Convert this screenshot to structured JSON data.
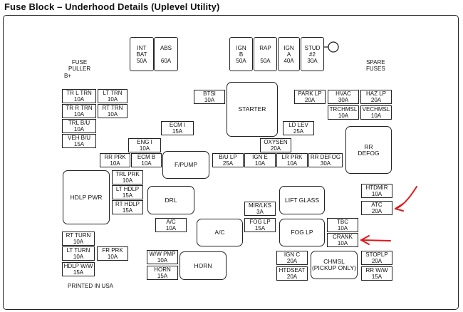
{
  "title": "Fuse Block – Underhood Details (Uplevel Utility)",
  "labels": {
    "fuse_puller": "FUSE\nPULLER",
    "b_plus": "B+",
    "spare_fuses": "SPARE\nFUSES",
    "printed_in_usa": "PRINTED IN USA"
  },
  "fuses": {
    "int_bat": "INT\nBAT\n50A",
    "abs": "ABS\n\n60A",
    "ign_b": "IGN\nB\n50A",
    "rap": "RAP\n\n50A",
    "ign_a": "IGN\nA\n40A",
    "stud2": "STUD\n#2\n30A",
    "tr_l_trn": "TR L TRN\n10A",
    "lt_trn": "LT TRN\n10A",
    "tr_r_trn": "TR R TRN\n10A",
    "rt_trn": "RT TRN\n10A",
    "trl_bu": "TRL B/U\n10A",
    "veh_bu": "VEH B/U\n15A",
    "btsi": "BTSI\n10A",
    "starter": "STARTER",
    "park_lp": "PARK LP\n20A",
    "hvac": "HVAC\n30A",
    "haz_lp": "HAZ LP\n20A",
    "trchmsl": "TRCHMSL\n10A",
    "vechmsl": "VECHMSL\n10A",
    "ecm1": "ECM I\n15A",
    "ld_lev": "LD LEV\n25A",
    "rr_defog_relay": "RR\nDEFOG",
    "eng1": "ENG I\n10A",
    "oxysen": "OXYSEN\n20A",
    "rr_prk": "RR PRK\n10A",
    "ecm_b": "ECM B\n10A",
    "f_pump": "F/PUMP",
    "bu_lp": "B/U LP\n25A",
    "ign_e": "IGN E\n10A",
    "lr_prk": "LR PRK\n10A",
    "rr_defog": "RR DEFOG\n30A",
    "hdlp_pwr": "HDLP PWR",
    "trl_prk": "TRL PRK\n10A",
    "lt_hdlp": "LT HDLP\n15A",
    "rt_hdlp": "RT HDLP\n15A",
    "drl": "DRL",
    "lift_glass": "LIFT GLASS",
    "htdmir": "HTDMIR\n10A",
    "mir_lks": "MIR/LKS\n3A",
    "atc": "ATC\n20A",
    "ac_fuse": "A/C\n10A",
    "ac_relay": "A/C",
    "fog_lp_fuse": "FOG LP\n15A",
    "fog_lp_relay": "FOG LP",
    "tbc": "TBC\n10A",
    "crank": "CRANK\n10A",
    "rt_turn": "RT TURN\n10A",
    "lt_turn": "LT TURN\n10A",
    "fr_prk": "FR PRK\n10A",
    "ww_pmp": "W/W PMP\n10A",
    "horn_fuse": "HORN\n15A",
    "horn_relay": "HORN",
    "ign_c": "IGN C\n20A",
    "htdseat": "HTDSEAT\n20A",
    "chmsl": "CHMSL\n(PICKUP ONLY)",
    "stoplp": "STOPLP\n20A",
    "rr_ww": "RR W/W\n15A",
    "hdlp_ww": "HDLP W/W\n15A"
  },
  "colors": {
    "annotation_arrow": "#e01818",
    "line": "#222222"
  }
}
